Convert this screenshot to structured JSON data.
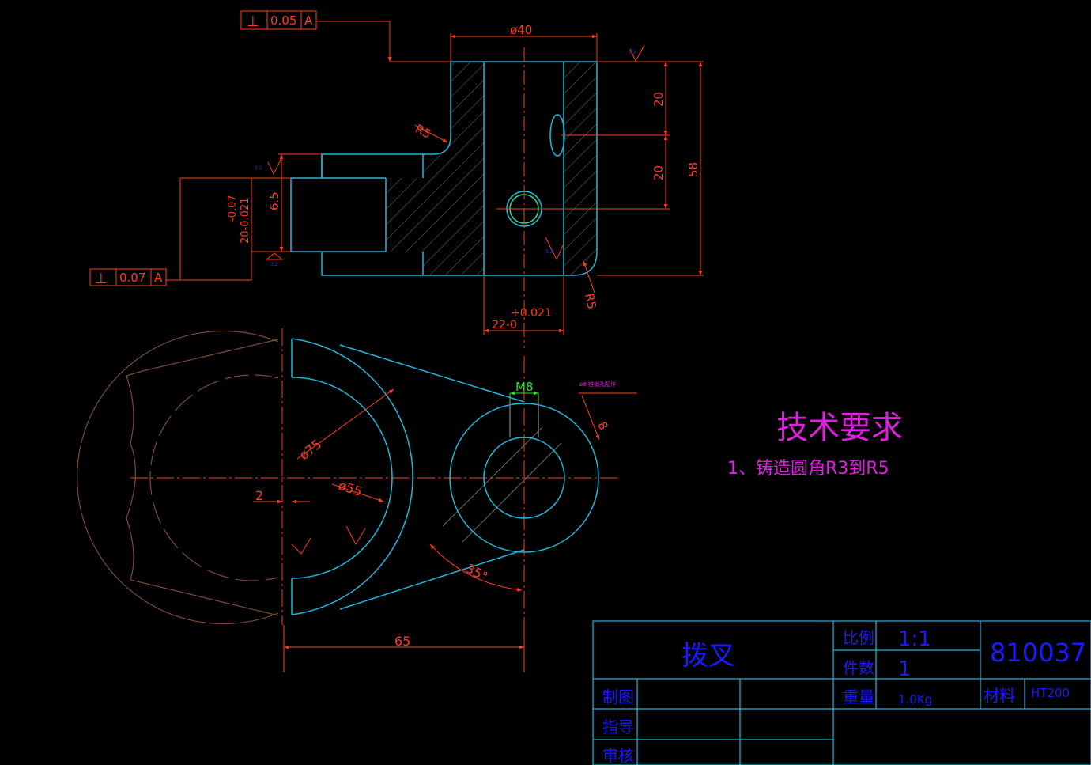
{
  "colors": {
    "background": "#000000",
    "outline": "#1fb7d8",
    "dimension": "#ff3b1e",
    "centerline": "#ff3b1e",
    "hatch": "#6e6e6e",
    "phantom": "#7a4a32",
    "title_text": "#1a1aff",
    "note_text": "#e01ee0",
    "thread_dim": "#33dd33"
  },
  "tolerance_frames": {
    "top": {
      "symbol": "⊥",
      "value": "0.05",
      "datum": "A"
    },
    "left": {
      "symbol": "⊥",
      "value": "0.07",
      "datum": "A"
    }
  },
  "dimensions": {
    "diameter_top": "ø40",
    "radius_upper": "R5",
    "radius_lower": "R5",
    "height_upper": "20",
    "height_lower": "20",
    "height_total": "58",
    "slot_width": "6.5",
    "slot_tol_upper": "-0.07",
    "slot_tol_lower": "20-0.021",
    "bore_upper": "+0.021",
    "bore_lower": "22-0",
    "dia_75": "ø75",
    "dia_55": "ø55",
    "offset_2": "2",
    "thread": "M8",
    "depth_8": "8",
    "angle": "35°",
    "length_65": "65",
    "hole_note": "ø8 锥销孔配作"
  },
  "notes": {
    "title": "技术要求",
    "item1": "1、铸造圆角R3到R5"
  },
  "title_block": {
    "part_name": "拨叉",
    "scale_label": "比例",
    "scale_value": "1:1",
    "quantity_label": "件数",
    "quantity_value": "1",
    "weight_label": "重量",
    "weight_value": "1.0Kg",
    "material_label": "材料",
    "material_value": "HT200",
    "drawing_number": "810037",
    "drawn_label": "制图",
    "guide_label": "指导",
    "review_label": "审核"
  }
}
